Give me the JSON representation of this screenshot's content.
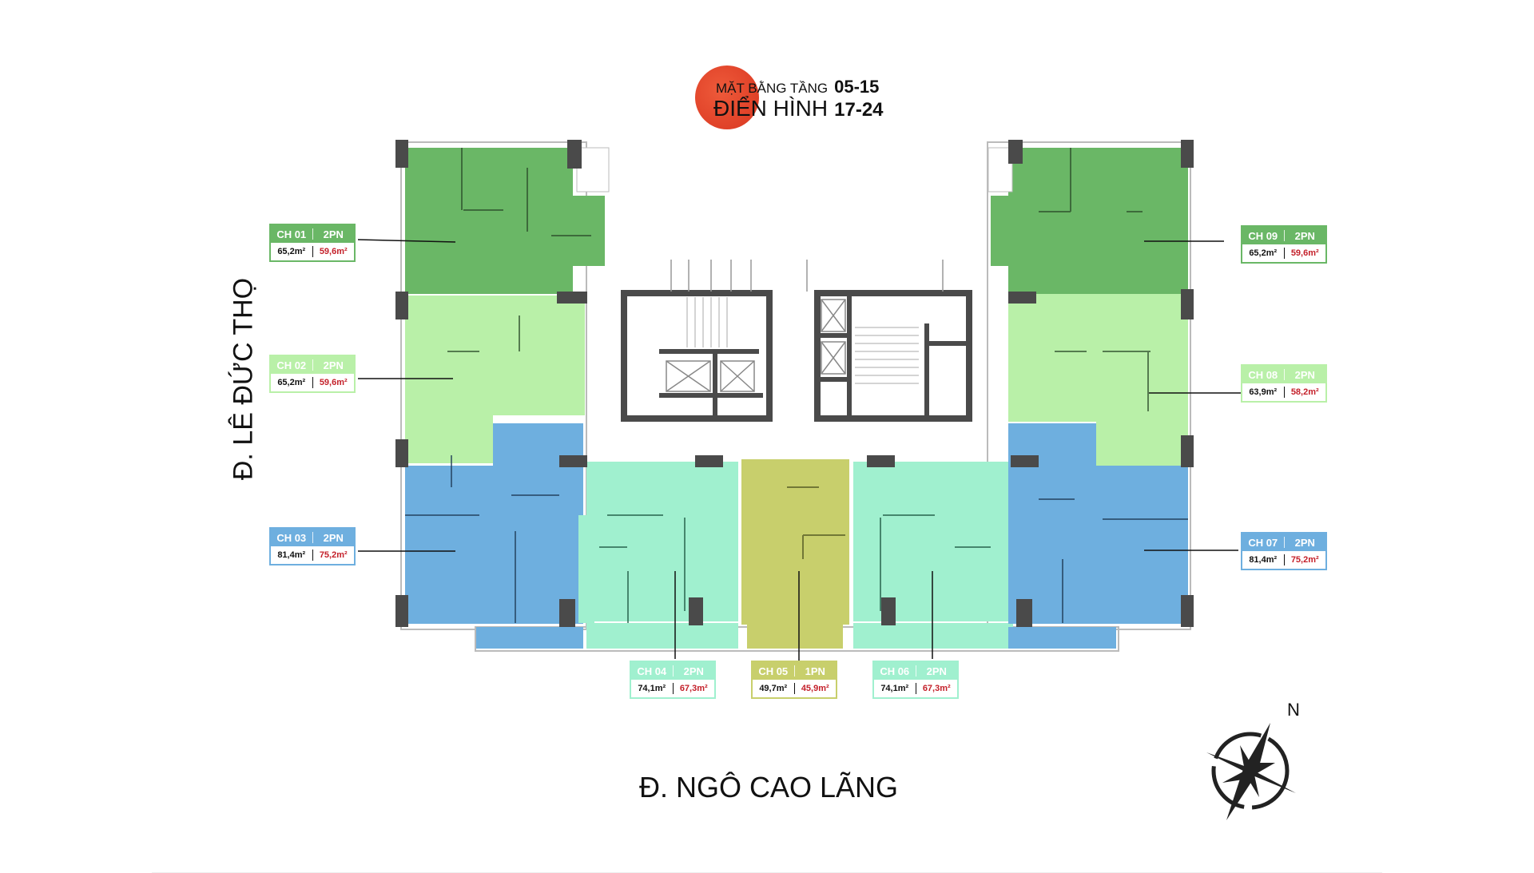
{
  "title": {
    "line1_text": "MẶT BẰNG TẦNG",
    "line1_floors": "05-15",
    "line2_text": "ĐIỂN HÌNH",
    "line2_floors": "17-24",
    "accent_color": "#e0402a"
  },
  "roads": {
    "left": "Đ. LÊ ĐỨC THỌ",
    "bottom": "Đ. NGÔ CAO LÃNG"
  },
  "compass": {
    "icon": "compass-rose-icon",
    "north_label": "N"
  },
  "colors": {
    "dark_green": "#6ab766",
    "light_green": "#b9f0a8",
    "blue": "#6eafdf",
    "mint": "#a0f0cf",
    "olive": "#c8cf6c",
    "wall": "#4a4a4a"
  },
  "units": [
    {
      "id": "CH 01",
      "type": "2PN",
      "area_gross": "65,2m²",
      "area_net": "59,6m²",
      "color": "#6ab766"
    },
    {
      "id": "CH 02",
      "type": "2PN",
      "area_gross": "65,2m²",
      "area_net": "59,6m²",
      "color": "#b9f0a8"
    },
    {
      "id": "CH 03",
      "type": "2PN",
      "area_gross": "81,4m²",
      "area_net": "75,2m²",
      "color": "#6eafdf"
    },
    {
      "id": "CH 04",
      "type": "2PN",
      "area_gross": "74,1m²",
      "area_net": "67,3m²",
      "color": "#a0f0cf"
    },
    {
      "id": "CH 05",
      "type": "1PN",
      "area_gross": "49,7m²",
      "area_net": "45,9m²",
      "color": "#c8cf6c"
    },
    {
      "id": "CH 06",
      "type": "2PN",
      "area_gross": "74,1m²",
      "area_net": "67,3m²",
      "color": "#a0f0cf"
    },
    {
      "id": "CH 07",
      "type": "2PN",
      "area_gross": "81,4m²",
      "area_net": "75,2m²",
      "color": "#6eafdf"
    },
    {
      "id": "CH 08",
      "type": "2PN",
      "area_gross": "63,9m²",
      "area_net": "58,2m²",
      "color": "#b9f0a8"
    },
    {
      "id": "CH 09",
      "type": "2PN",
      "area_gross": "65,2m²",
      "area_net": "59,6m²",
      "color": "#6ab766"
    }
  ]
}
